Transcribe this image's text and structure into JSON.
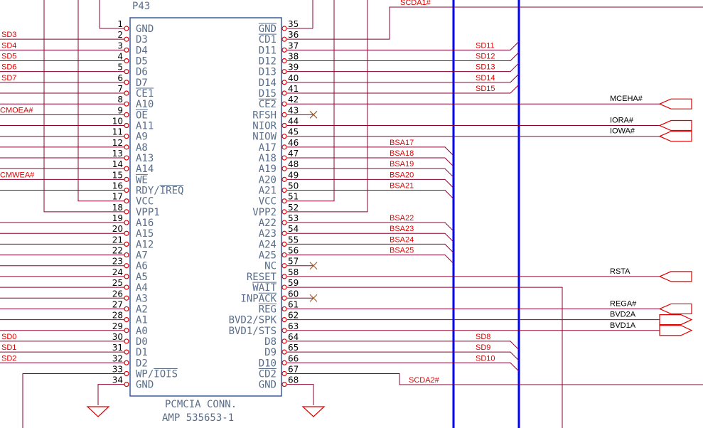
{
  "ref": "P43",
  "part_name": "PCMCIA CONN.",
  "part_number": "AMP 535653-1",
  "colors": {
    "wire": "#8b0030",
    "bus": "#0000ff",
    "body": "#3b5c9a",
    "pin": "#e00000",
    "nc": "#a05a28",
    "gnd": "#e00000"
  },
  "left_pins": [
    {
      "num": "1",
      "name": "GND",
      "net": ""
    },
    {
      "num": "2",
      "name": "D3",
      "net": "SD3"
    },
    {
      "num": "3",
      "name": "D4",
      "net": "SD4"
    },
    {
      "num": "4",
      "name": "D5",
      "net": "SD5"
    },
    {
      "num": "5",
      "name": "D6",
      "net": "SD6"
    },
    {
      "num": "6",
      "name": "D7",
      "net": "SD7"
    },
    {
      "num": "7",
      "name": "CE1",
      "net": "",
      "over": true
    },
    {
      "num": "8",
      "name": "A10",
      "net": ""
    },
    {
      "num": "9",
      "name": "OE",
      "net": "CMOEA#",
      "over": true
    },
    {
      "num": "10",
      "name": "A11",
      "net": ""
    },
    {
      "num": "11",
      "name": "A9",
      "net": ""
    },
    {
      "num": "12",
      "name": "A8",
      "net": ""
    },
    {
      "num": "13",
      "name": "A13",
      "net": ""
    },
    {
      "num": "14",
      "name": "A14",
      "net": ""
    },
    {
      "num": "15",
      "name": "WE",
      "net": "CMWEA#",
      "over": true
    },
    {
      "num": "16",
      "name": "RDY/IREQ",
      "net": "",
      "overPart": "IREQ"
    },
    {
      "num": "17",
      "name": "VCC",
      "net": ""
    },
    {
      "num": "18",
      "name": "VPP1",
      "net": ""
    },
    {
      "num": "19",
      "name": "A16",
      "net": ""
    },
    {
      "num": "20",
      "name": "A15",
      "net": ""
    },
    {
      "num": "21",
      "name": "A12",
      "net": ""
    },
    {
      "num": "22",
      "name": "A7",
      "net": ""
    },
    {
      "num": "23",
      "name": "A6",
      "net": ""
    },
    {
      "num": "24",
      "name": "A5",
      "net": ""
    },
    {
      "num": "25",
      "name": "A4",
      "net": ""
    },
    {
      "num": "26",
      "name": "A3",
      "net": ""
    },
    {
      "num": "27",
      "name": "A2",
      "net": ""
    },
    {
      "num": "28",
      "name": "A1",
      "net": ""
    },
    {
      "num": "29",
      "name": "A0",
      "net": ""
    },
    {
      "num": "30",
      "name": "D0",
      "net": "SD0"
    },
    {
      "num": "31",
      "name": "D1",
      "net": "SD1"
    },
    {
      "num": "32",
      "name": "D2",
      "net": "SD2"
    },
    {
      "num": "33",
      "name": "WP/IOIS",
      "net": "",
      "overPart": "IOIS"
    },
    {
      "num": "34",
      "name": "GND",
      "net": ""
    }
  ],
  "right_pins": [
    {
      "num": "35",
      "name": "GND",
      "over": true
    },
    {
      "num": "36",
      "name": "CD1",
      "over": true
    },
    {
      "num": "37",
      "name": "D11"
    },
    {
      "num": "38",
      "name": "D12"
    },
    {
      "num": "39",
      "name": "D13"
    },
    {
      "num": "40",
      "name": "D14"
    },
    {
      "num": "41",
      "name": "D15"
    },
    {
      "num": "42",
      "name": "CE2",
      "over": true
    },
    {
      "num": "43",
      "name": "RFSH"
    },
    {
      "num": "44",
      "name": "NIOR"
    },
    {
      "num": "45",
      "name": "NIOW"
    },
    {
      "num": "46",
      "name": "A17"
    },
    {
      "num": "47",
      "name": "A18"
    },
    {
      "num": "48",
      "name": "A19"
    },
    {
      "num": "49",
      "name": "A20"
    },
    {
      "num": "50",
      "name": "A21"
    },
    {
      "num": "51",
      "name": "VCC"
    },
    {
      "num": "52",
      "name": "VPP2"
    },
    {
      "num": "53",
      "name": "A22"
    },
    {
      "num": "54",
      "name": "A23"
    },
    {
      "num": "55",
      "name": "A24"
    },
    {
      "num": "56",
      "name": "A25"
    },
    {
      "num": "57",
      "name": "NC"
    },
    {
      "num": "58",
      "name": "RESET"
    },
    {
      "num": "59",
      "name": "WAIT",
      "over": true
    },
    {
      "num": "60",
      "name": "INPACK",
      "overPart": "ACK"
    },
    {
      "num": "61",
      "name": "REG",
      "over": true
    },
    {
      "num": "62",
      "name": "BVD2/SPK"
    },
    {
      "num": "63",
      "name": "BVD1/STS"
    },
    {
      "num": "64",
      "name": "D8"
    },
    {
      "num": "65",
      "name": "D9"
    },
    {
      "num": "66",
      "name": "D10"
    },
    {
      "num": "67",
      "name": "CD2",
      "over": true
    },
    {
      "num": "68",
      "name": "GND"
    }
  ],
  "nets": {
    "scda1": "SCDA1#",
    "scda2": "SCDA2#",
    "sd_upper": [
      "SD11",
      "SD12",
      "SD13",
      "SD14",
      "SD15"
    ],
    "sd_lower": [
      "SD8",
      "SD9",
      "SD10"
    ],
    "bsa_a": [
      "BSA17",
      "BSA18",
      "BSA19",
      "BSA20",
      "BSA21"
    ],
    "bsa_b": [
      "BSA22",
      "BSA23",
      "BSA24",
      "BSA25"
    ],
    "mceha": "MCEHA#",
    "iora": "IORA#",
    "iowa": "IOWA#",
    "rsta": "RSTA",
    "rega": "REGA#",
    "bvd2a": "BVD2A",
    "bvd1a": "BVD1A"
  }
}
